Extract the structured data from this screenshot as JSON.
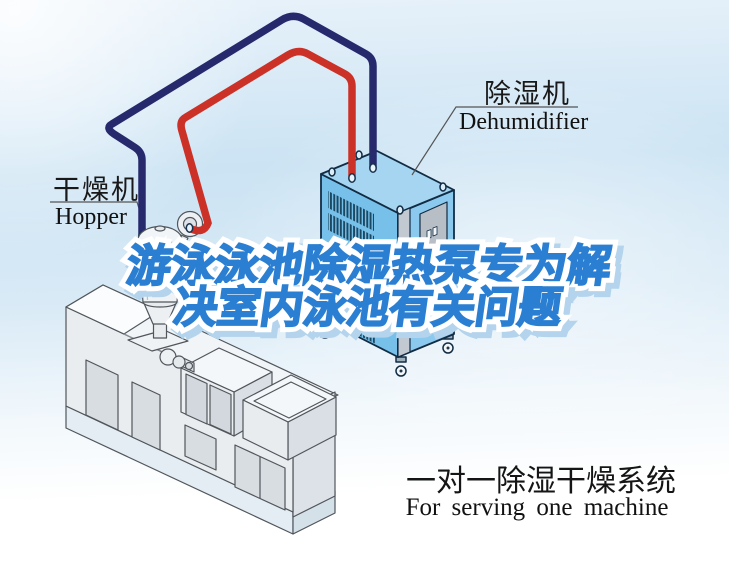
{
  "labels": {
    "hopper_machine": {
      "zh": "干燥机",
      "en": "Hopper"
    },
    "dehumidifier": {
      "zh": "除湿机",
      "en": "Dehumidifier"
    }
  },
  "headline": {
    "line1": "游泳泳池除湿热泵专为解",
    "line2": "决室内泳池有关问题",
    "fill_color": "#2a7fd2",
    "outline_color": "#ffffff"
  },
  "caption": {
    "zh": "一对一除湿干燥系统",
    "en": "For serving one machine"
  },
  "colors": {
    "hot_pipe": "#cc3127",
    "cold_pipe": "#262a6d",
    "dehumidifier_body": "#76c0ea",
    "machine_body": "#e9edf0",
    "background_sky": "#cbe3f3"
  }
}
